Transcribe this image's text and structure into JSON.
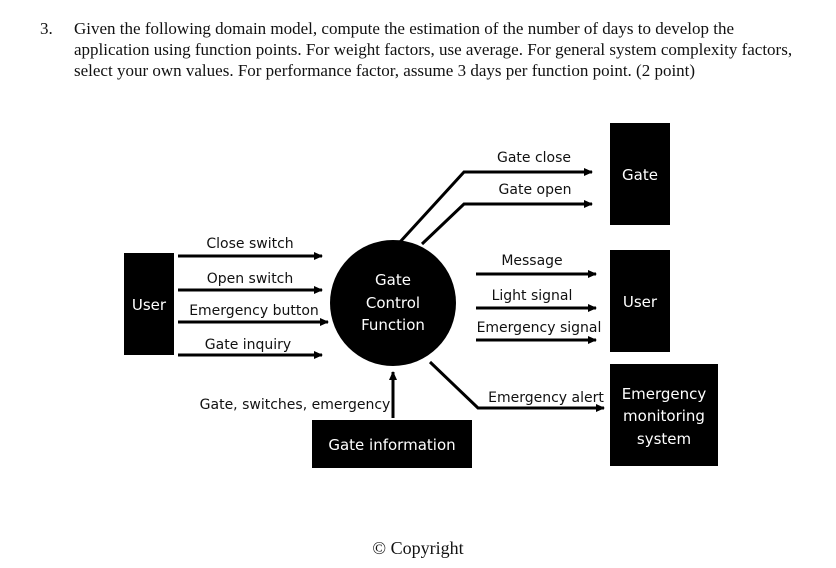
{
  "question": {
    "number": "3.",
    "text": "Given the following domain model, compute the estimation of the number of days to develop the application using function points. For weight factors, use average. For general system complexity factors, select your own values. For performance factor, assume 3 days per function point. (2 point)"
  },
  "diagram": {
    "process": {
      "line1": "Gate",
      "line2": "Control",
      "line3": "Function"
    },
    "entities": {
      "user_left": "User",
      "gate": "Gate",
      "user_right": "User",
      "monitoring": {
        "line1": "Emergency",
        "line2": "monitoring",
        "line3": "system"
      },
      "gate_info": "Gate information"
    },
    "flows": {
      "close_switch": "Close switch",
      "open_switch": "Open switch",
      "emergency_button": "Emergency button",
      "gate_inquiry": "Gate inquiry",
      "gate_close": "Gate close",
      "gate_open": "Gate open",
      "message": "Message",
      "light_signal": "Light signal",
      "emergency_signal": "Emergency signal",
      "emergency_alert": "Emergency alert",
      "gate_switches_emergency": "Gate, switches, emergency"
    }
  },
  "copyright": "© Copyright"
}
